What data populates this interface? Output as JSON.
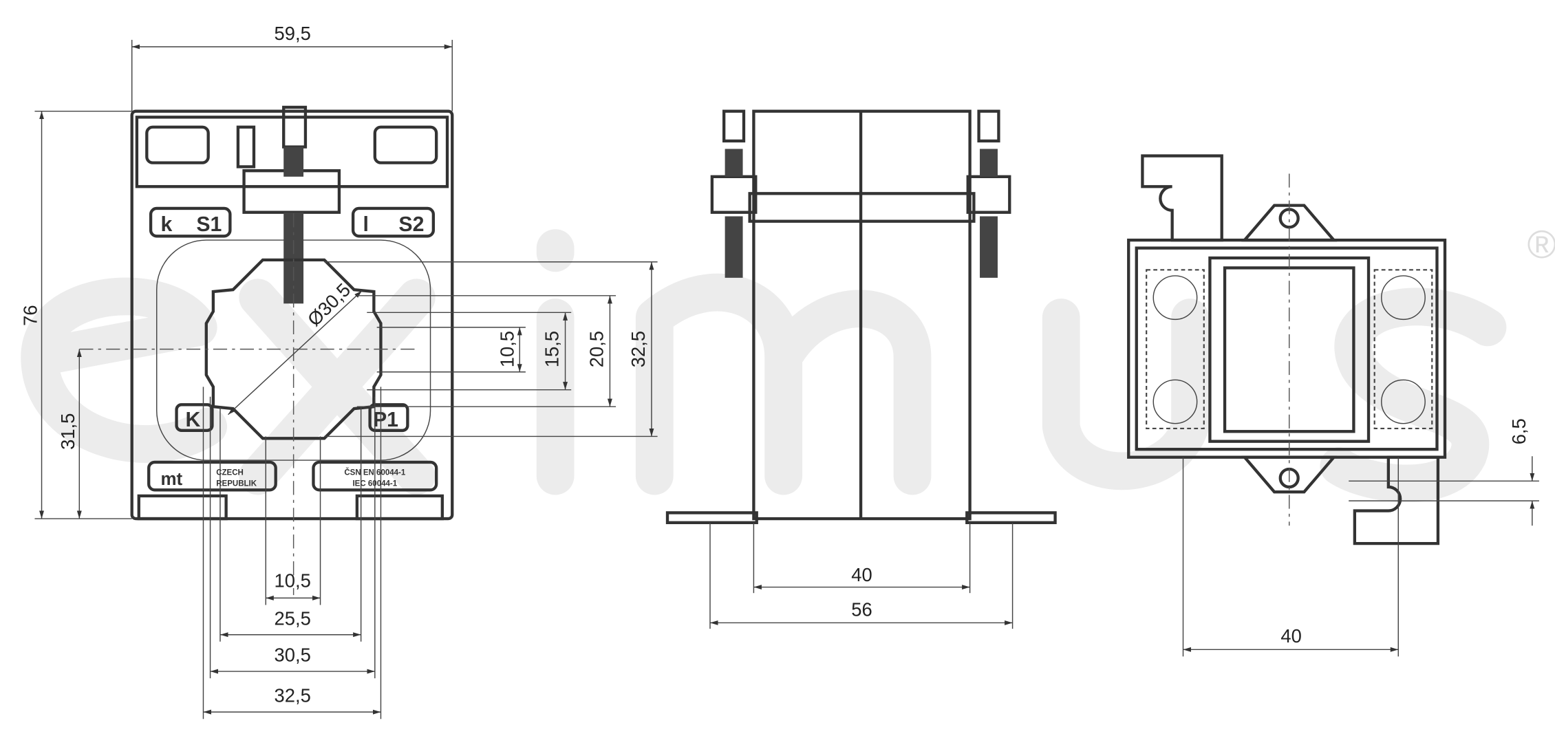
{
  "watermark": {
    "text": "eximus",
    "registered_mark": "®"
  },
  "front_view": {
    "labels": {
      "k": "k",
      "s1": "S1",
      "l": "l",
      "s2": "S2",
      "K": "K",
      "p1": "P1",
      "logo": "mt",
      "country_line1": "CZECH",
      "country_line2": "REPUBLIK",
      "standard_line1": "ČSN EN 60044-1",
      "standard_line2": "IEC 60044-1"
    },
    "dimensions": {
      "width": "59,5",
      "height": "76",
      "axis_height": "31,5",
      "diameter": "Ø30,5",
      "v1": "10,5",
      "v2": "15,5",
      "v3": "20,5",
      "v4": "32,5",
      "h1": "10,5",
      "h2": "25,5",
      "h3": "30,5",
      "h4": "32,5"
    }
  },
  "side_view": {
    "dimensions": {
      "body_width": "40",
      "base_width": "56"
    }
  },
  "bottom_view": {
    "dimensions": {
      "width": "40",
      "offset": "6,5"
    }
  }
}
